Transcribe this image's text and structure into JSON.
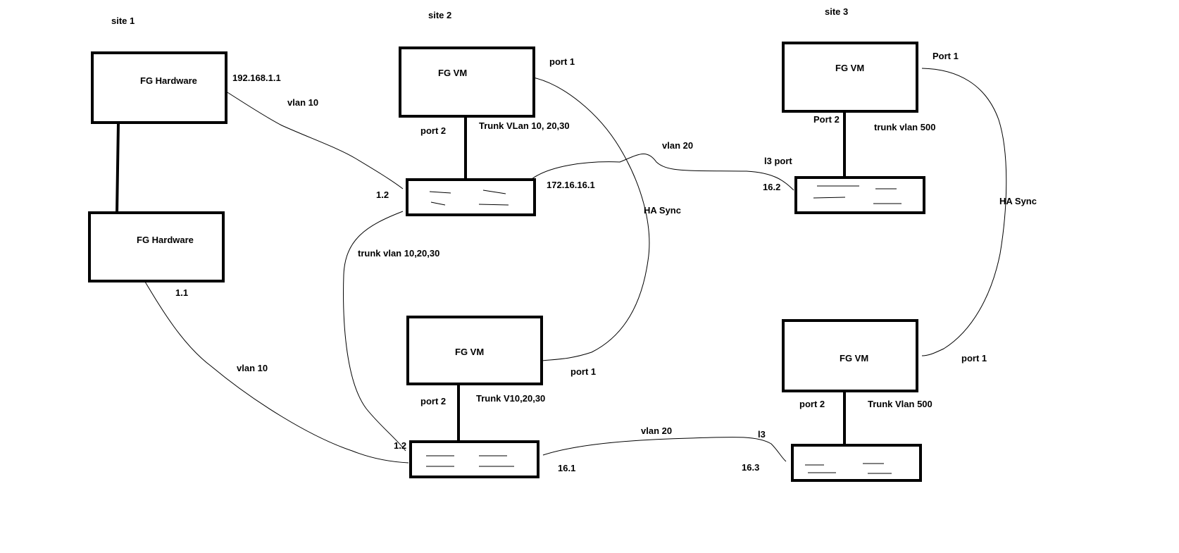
{
  "sites": {
    "site1": "site 1",
    "site2": "site 2",
    "site3": "site 3"
  },
  "devices": {
    "site1_fg_top": "FG Hardware",
    "site1_fg_bottom": "FG Hardware",
    "site2_fg_top": "FG VM",
    "site2_fg_bottom": "FG VM",
    "site3_fg_top": "FG VM",
    "site3_fg_bottom": "FG VM"
  },
  "labels": {
    "ip_192": "192.168.1.1",
    "vlan10_top": "vlan 10",
    "vlan10_bottom": "vlan 10",
    "ip_1_2_top": "1.2",
    "ip_1_1": "1.1",
    "ip_1_2_bottom": "1.2",
    "s2_top_port1": "port 1",
    "s2_top_port2": "port 2",
    "s2_top_trunk": "Trunk VLan 10, 20,30",
    "ip_172": "172.16.16.1",
    "trunk_vlan_10_20_30": "trunk vlan 10,20,30",
    "vlan20_top": "vlan 20",
    "ha_sync_site2": "HA Sync",
    "s2_bottom_port1": "port 1",
    "s2_bottom_port2": "port 2",
    "s2_bottom_trunk": "Trunk V10,20,30",
    "vlan20_bottom": "vlan 20",
    "ip_16_1": "16.1",
    "s3_top_port1": "Port 1",
    "s3_top_port2": "Port 2",
    "s3_top_trunk": "trunk vlan 500",
    "l3_port": "l3 port",
    "ip_16_2": "16.2",
    "ha_sync_site3": "HA Sync",
    "s3_bottom_port1": "port 1",
    "s3_bottom_port2": "port 2",
    "s3_bottom_trunk": "Trunk Vlan 500",
    "l3": "l3",
    "ip_16_3": "16.3"
  }
}
